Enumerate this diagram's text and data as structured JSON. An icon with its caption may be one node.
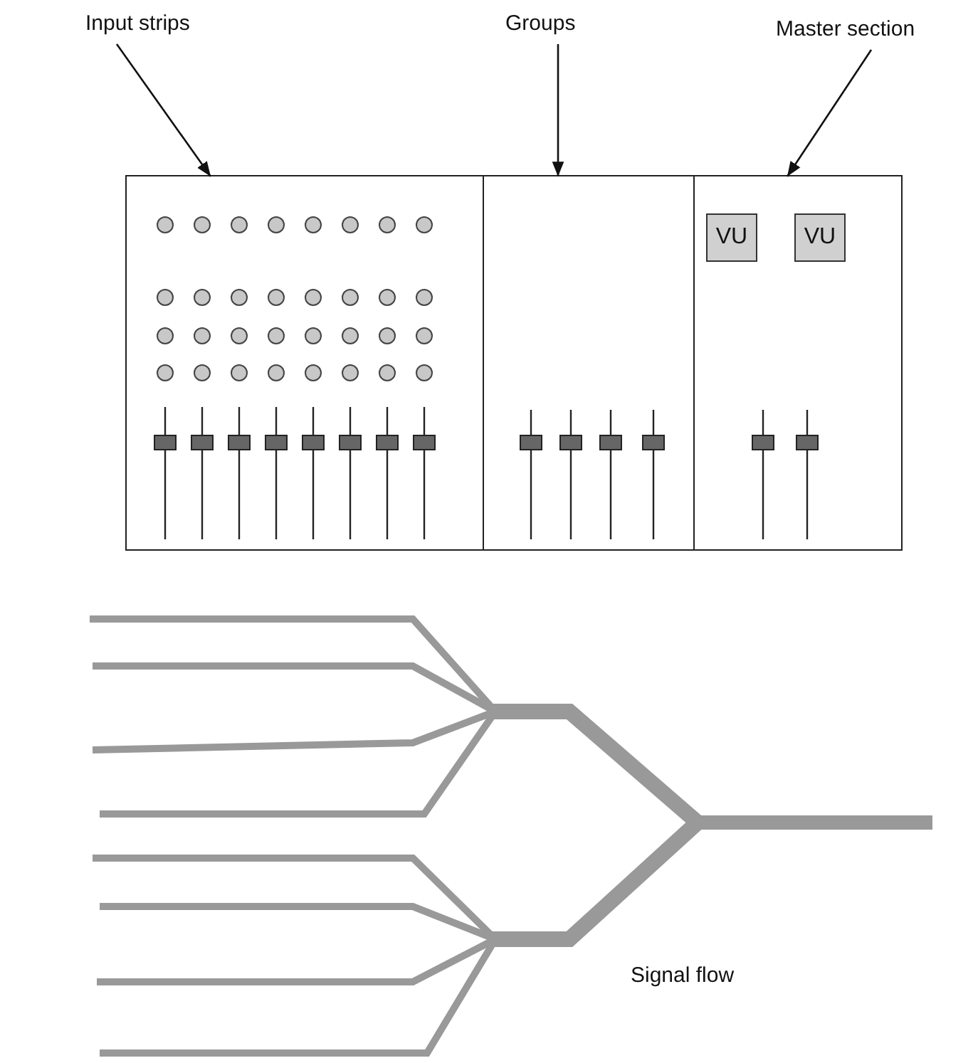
{
  "diagram": {
    "nodes": [
      {
        "text": [
          "Input strips"
        ]
      },
      {
        "text": [
          "Groups"
        ]
      },
      {
        "text": [
          "Master section"
        ]
      },
      {
        "text": [],
        "shape": "box"
      },
      {
        "text": [],
        "shape": "box",
        "in": 3
      },
      {
        "text": [],
        "shape": "box",
        "in": 3
      },
      {
        "text": [],
        "shape": "box",
        "in": 3
      },
      {
        "text": [
          "VU"
        ],
        "in": 6
      },
      {
        "text": [
          "VU"
        ],
        "in": 6
      }
    ],
    "edges": [
      {
        "from": 0,
        "to": 4,
        "arrow": "to"
      },
      {
        "from": 1,
        "to": 5,
        "arrow": "to"
      },
      {
        "from": 2,
        "to": 6,
        "arrow": "to"
      }
    ],
    "labels": [
      "Signal flow"
    ]
  }
}
